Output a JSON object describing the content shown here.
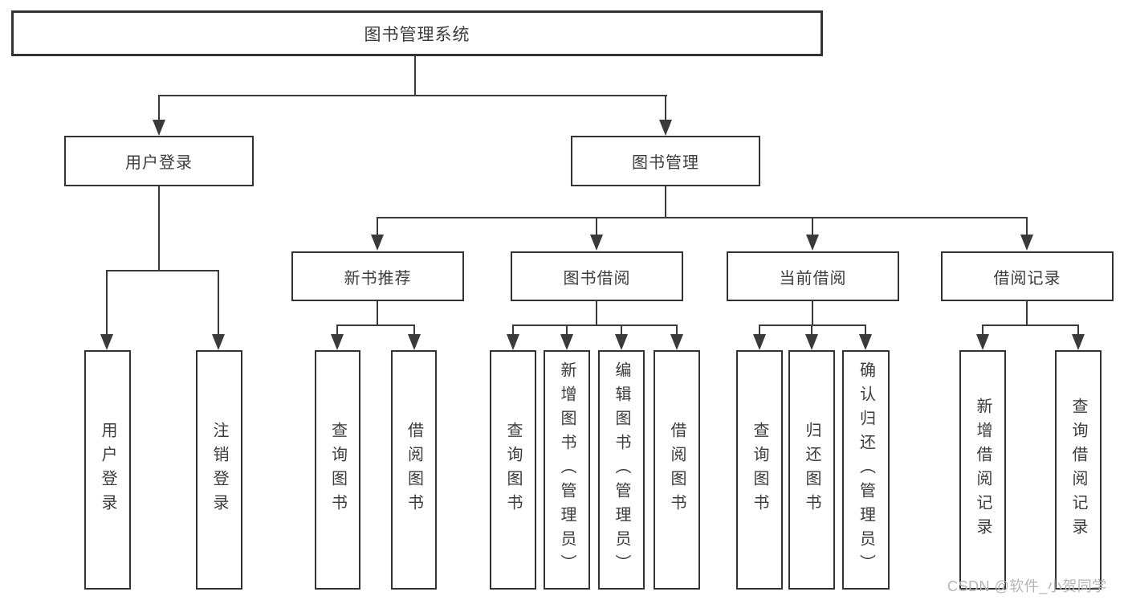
{
  "tree": {
    "root": "图书管理系统",
    "branches": [
      {
        "label": "用户登录",
        "children": [
          "用户登录",
          "注销登录"
        ]
      },
      {
        "label": "图书管理",
        "groups": [
          {
            "label": "新书推荐",
            "children": [
              "查询图书",
              "借阅图书"
            ]
          },
          {
            "label": "图书借阅",
            "children": [
              "查询图书",
              "新增图书（管理员）",
              "编辑图书（管理员）",
              "借阅图书"
            ]
          },
          {
            "label": "当前借阅",
            "children": [
              "查询图书",
              "归还图书",
              "确认归还（管理员）"
            ]
          },
          {
            "label": "借阅记录",
            "children": [
              "新增借阅记录",
              "查询借阅记录"
            ]
          }
        ]
      }
    ]
  },
  "watermark": {
    "text": "CSDN @软件_小贺同学"
  },
  "colors": {
    "line": "#3a3a3a",
    "box_border": "#333333",
    "text": "#3c3c3c",
    "background": "#ffffff",
    "watermark": "#b5b5b5"
  }
}
